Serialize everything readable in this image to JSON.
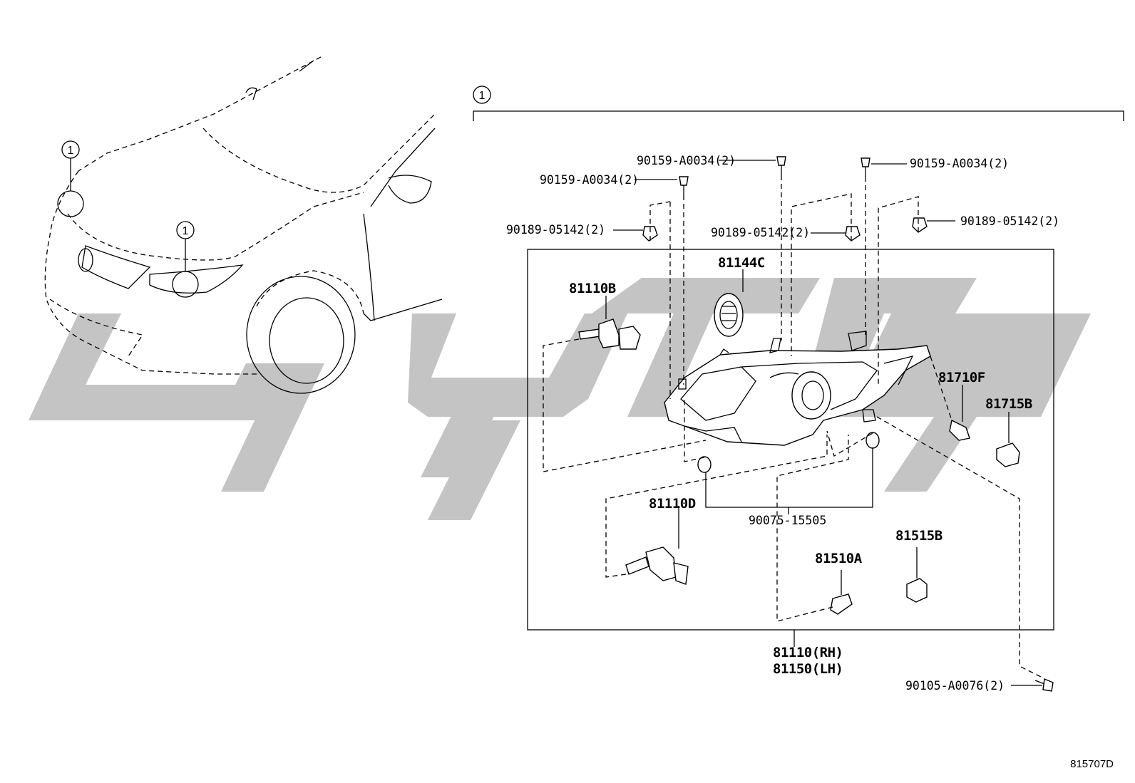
{
  "diagram": {
    "drawing_code": "815707D",
    "callout_number": "1",
    "assembly_labels": {
      "rh": "81110(RH)",
      "lh": "81150(LH)"
    },
    "part_labels": {
      "p81110B": "81110B",
      "p81144C": "81144C",
      "p81110D": "81110D",
      "p81510A": "81510A",
      "p81515B": "81515B",
      "p81710F": "81710F",
      "p81715B": "81715B",
      "p90075": "90075-15505",
      "p90105": "90105-A0076(2)",
      "p90159_top": "90159-A0034(2)",
      "p90159_left": "90159-A0034(2)",
      "p90159_right": "90159-A0034(2)",
      "p90189_left": "90189-05142(2)",
      "p90189_mid": "90189-05142(2)",
      "p90189_right": "90189-05142(2)"
    }
  }
}
